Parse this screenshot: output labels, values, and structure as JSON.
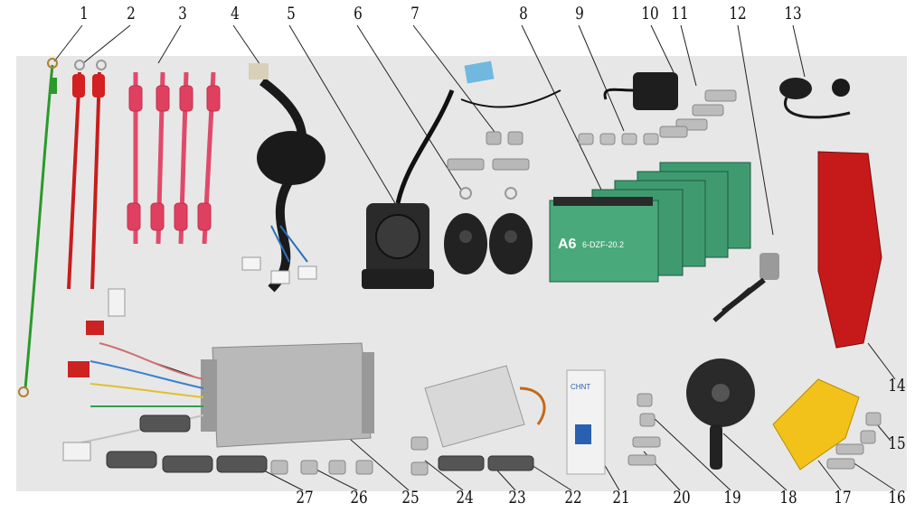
{
  "diagram": {
    "parts": [
      {
        "n": "1",
        "name": "ground-wire"
      },
      {
        "n": "2",
        "name": "red-battery-cable"
      },
      {
        "n": "3",
        "name": "battery-link-cable"
      },
      {
        "n": "4",
        "name": "main-wiring-harness"
      },
      {
        "n": "5",
        "name": "alarm-unit"
      },
      {
        "n": "6",
        "name": "alarm-antenna-lead"
      },
      {
        "n": "7",
        "name": "remote-fob"
      },
      {
        "n": "8",
        "name": "battery-pack"
      },
      {
        "n": "9",
        "name": "flange-nut"
      },
      {
        "n": "10",
        "name": "horn-relay"
      },
      {
        "n": "11",
        "name": "bolt"
      },
      {
        "n": "12",
        "name": "key-switch"
      },
      {
        "n": "13",
        "name": "ignition-lock"
      },
      {
        "n": "14",
        "name": "tail-light"
      },
      {
        "n": "15",
        "name": "nut"
      },
      {
        "n": "16",
        "name": "bolt"
      },
      {
        "n": "17",
        "name": "connector-block"
      },
      {
        "n": "18",
        "name": "horn"
      },
      {
        "n": "19",
        "name": "nut"
      },
      {
        "n": "20",
        "name": "bolt"
      },
      {
        "n": "21",
        "name": "circuit-breaker"
      },
      {
        "n": "22",
        "name": "voltage-converter"
      },
      {
        "n": "23",
        "name": "bolt"
      },
      {
        "n": "24",
        "name": "nut"
      },
      {
        "n": "25",
        "name": "controller"
      },
      {
        "n": "26",
        "name": "nut"
      },
      {
        "n": "27",
        "name": "bolt"
      }
    ],
    "battery_brand": "A6",
    "battery_model": "6-DZF-20.2",
    "breaker_brand": "CHNT"
  }
}
